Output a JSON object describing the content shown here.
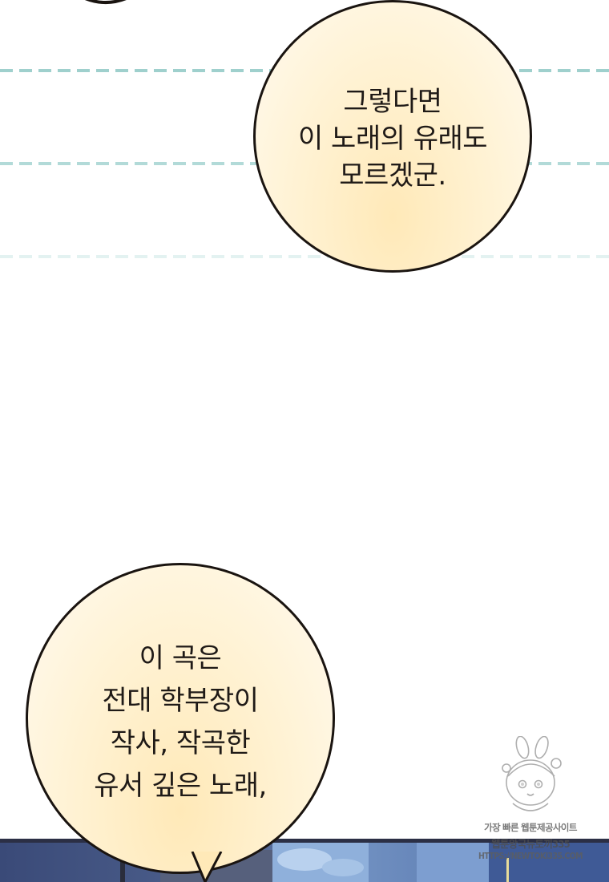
{
  "bubbles": {
    "top": {
      "lines": [
        "그렇다면",
        "이 노래의 유래도",
        "모르겠군."
      ]
    },
    "bottom": {
      "lines": [
        "이 곡은",
        "전대 학부장이",
        "작사, 작곡한",
        "유서 깊은 노래,"
      ]
    }
  },
  "watermark": {
    "line1": "가장 빠른 웹툰제공사이트",
    "line2": "웹툰왕국뉴토끼335",
    "line3": "HTTPS://NEWTOKI335.COM"
  },
  "colors": {
    "bubble_outline": "#1a1410",
    "bubble_fill": "#fff3d6",
    "grid_line": "#a9d4d2",
    "text": "#1f1a17"
  }
}
